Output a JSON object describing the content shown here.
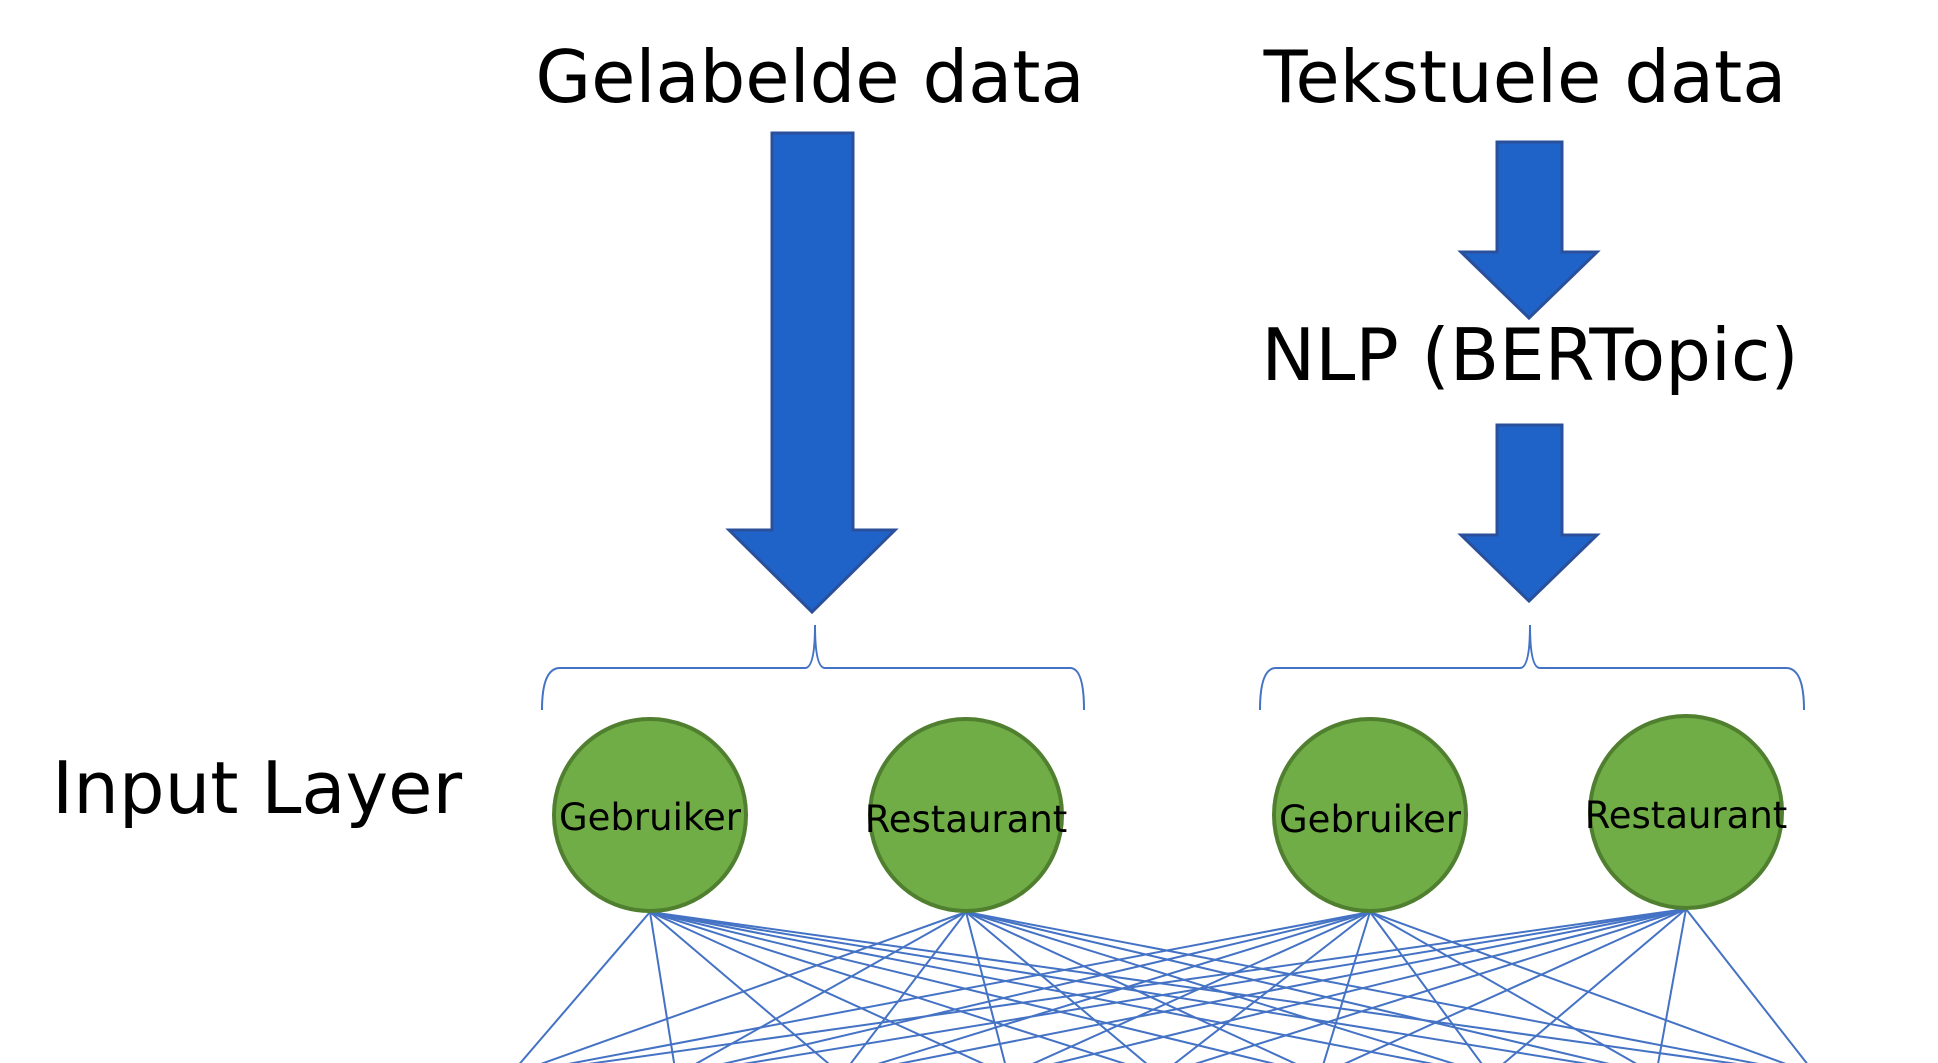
{
  "labels": {
    "labeled_data": "Gelabelde data",
    "text_data": "Tekstuele data",
    "nlp": "NLP (BERTopic)",
    "input_layer": "Input Layer"
  },
  "nodes": [
    {
      "label": "Gebruiker"
    },
    {
      "label": "Restaurant"
    },
    {
      "label": "Gebruiker"
    },
    {
      "label": "Restaurant"
    }
  ],
  "colors": {
    "arrow_fill": "#2063c8",
    "node_fill": "#70ad47",
    "node_stroke": "#4f7f2f",
    "edge": "#4472c4"
  }
}
